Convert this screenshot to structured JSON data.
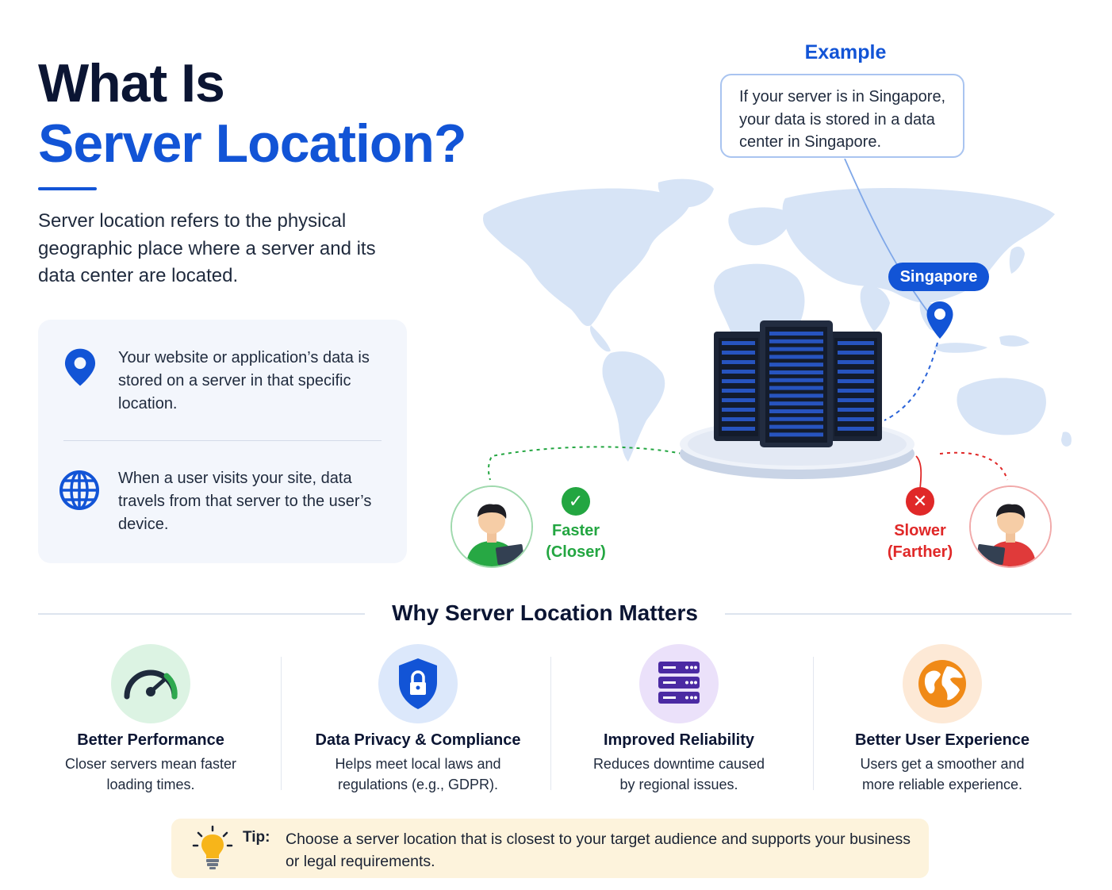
{
  "hero": {
    "title_line1": "What Is",
    "title_line2": "Server Location?",
    "intro": "Server location refers to the physical geographic place where a server and its data center are located."
  },
  "info_card": {
    "items": [
      {
        "icon": "location-pin-icon",
        "text": "Your website or application’s data is stored on a server in that specific location."
      },
      {
        "icon": "globe-icon",
        "text": "When a user visits your site, data travels from that server to the user’s device."
      }
    ]
  },
  "example": {
    "label": "Example",
    "text": "If your server is in Singapore, your data is stored in a data center in Singapore."
  },
  "map": {
    "location_label": "Singapore"
  },
  "comparison": {
    "near": {
      "line1": "Faster",
      "line2": "(Closer)",
      "icon": "check-icon"
    },
    "far": {
      "line1": "Slower",
      "line2": "(Farther)",
      "icon": "x-icon"
    }
  },
  "why": {
    "title": "Why Server Location Matters",
    "features": [
      {
        "icon": "speedometer-icon",
        "title": "Better Performance",
        "desc": "Closer servers mean faster loading times."
      },
      {
        "icon": "shield-lock-icon",
        "title": "Data Privacy & Compliance",
        "desc": "Helps meet local laws and regulations (e.g., GDPR)."
      },
      {
        "icon": "server-rack-icon",
        "title": "Improved Reliability",
        "desc": "Reduces downtime caused by regional issues."
      },
      {
        "icon": "globe-icon",
        "title": "Better User Experience",
        "desc": "Users get a smoother and more reliable experience."
      }
    ]
  },
  "tip": {
    "label": "Tip:",
    "text": "Choose a server location that is closest to your target audience and supports your business or legal requirements."
  },
  "colors": {
    "brand_blue": "#1254d6",
    "navy": "#0b1533",
    "success_green": "#23a641",
    "error_red": "#e02828",
    "tip_bg": "#fdf3dc"
  }
}
